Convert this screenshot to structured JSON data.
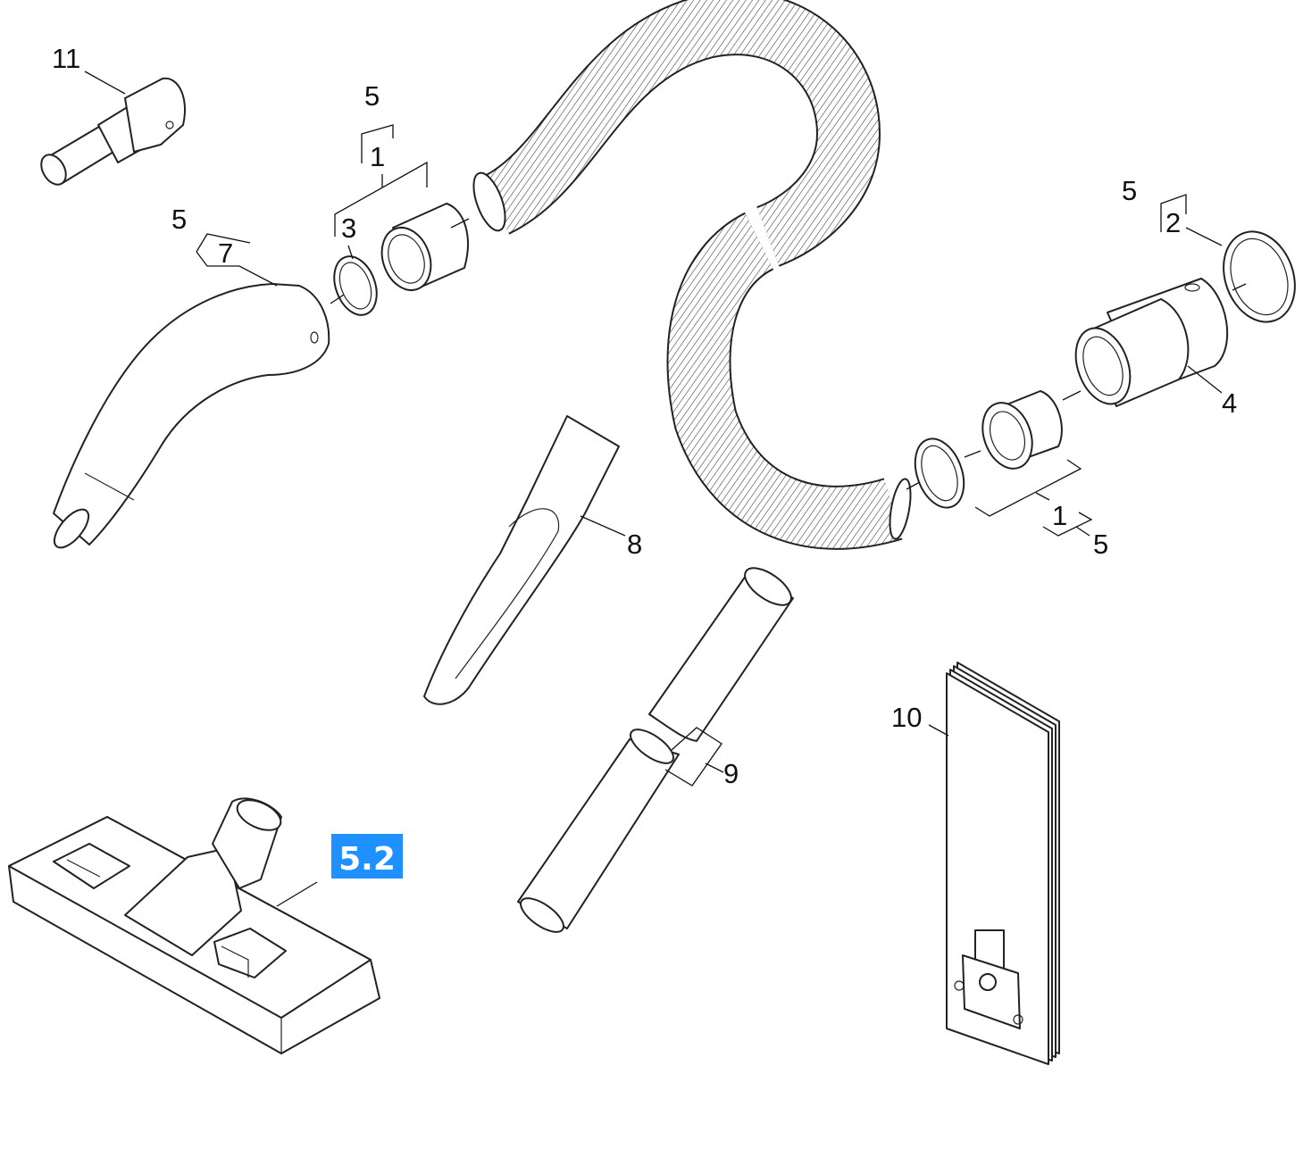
{
  "callouts": {
    "c11": "11",
    "c5_top": "5",
    "c1_top": "1",
    "c3": "3",
    "c5_left": "5",
    "c7": "7",
    "c5_right": "5",
    "c2": "2",
    "c4": "4",
    "c8": "8",
    "c1_bottom": "1",
    "c5_bottom": "5",
    "c9": "9",
    "c10": "10"
  },
  "badge": {
    "label": "5.2",
    "color": "#1e90ff"
  }
}
